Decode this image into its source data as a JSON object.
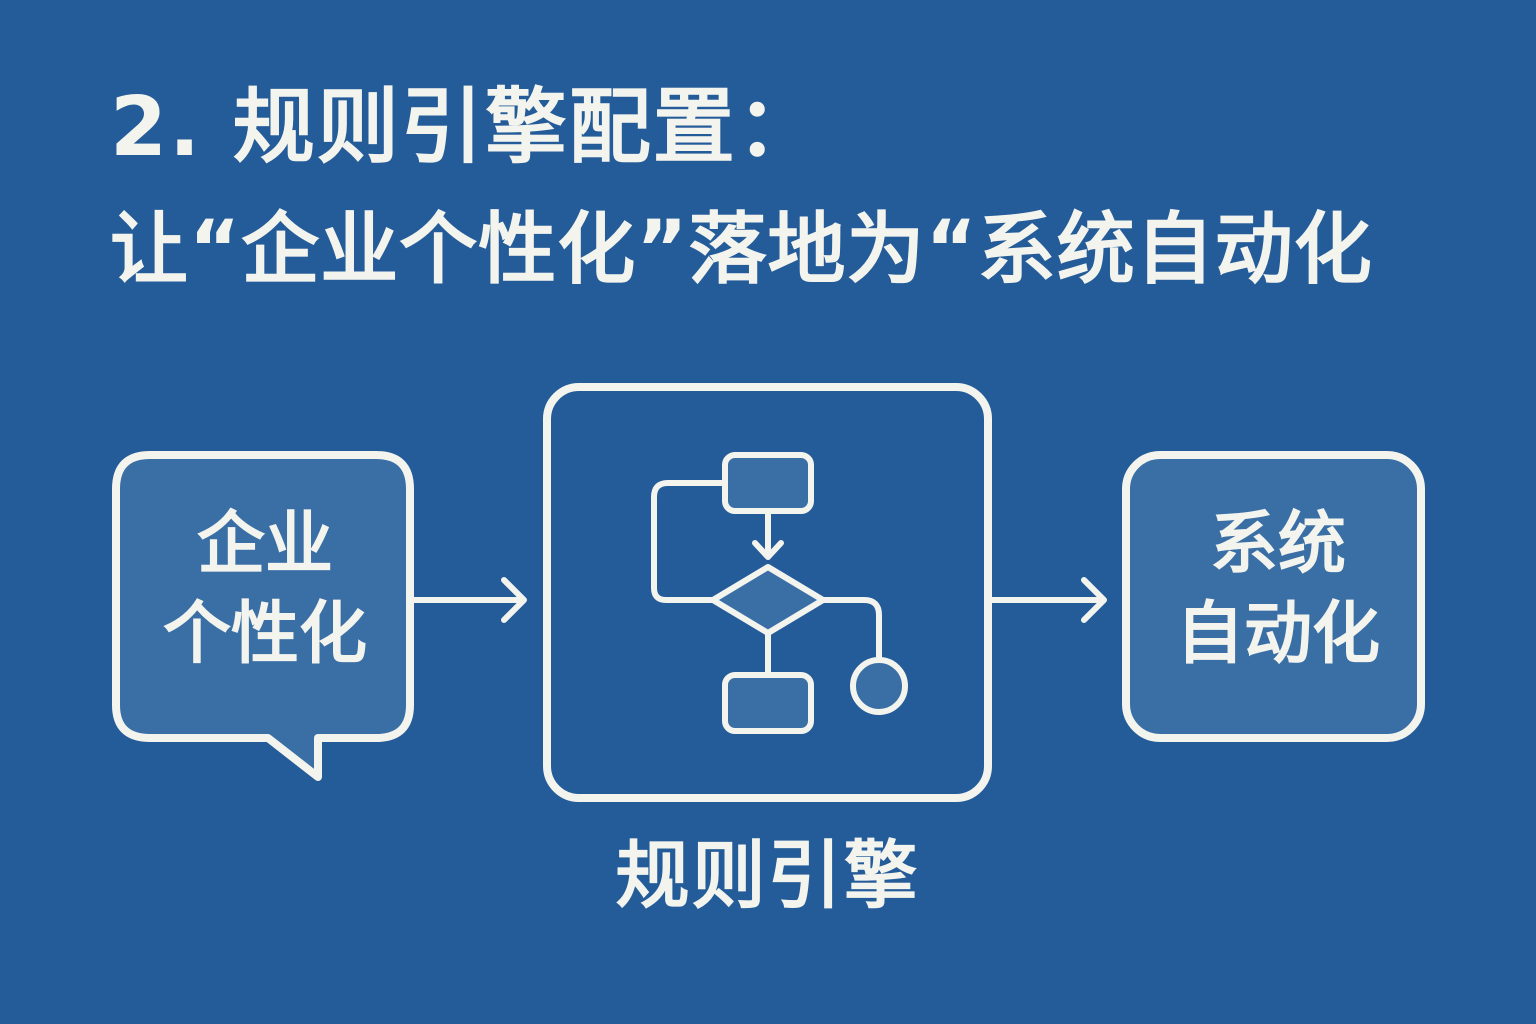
{
  "title": {
    "line1": "2.  规则引擎配置：",
    "line2": "让“企业个性化”落地为“系统自动化"
  },
  "nodes": {
    "left": {
      "line1": "企业",
      "line2": "个性化"
    },
    "center": {
      "label": "规则引擎",
      "icon": "flowchart-icon"
    },
    "right": {
      "line1": "系统",
      "line2": "自动化"
    }
  },
  "colors": {
    "background": "#245c99",
    "box_fill": "#3a6fa6",
    "stroke": "#f4f4ee"
  }
}
